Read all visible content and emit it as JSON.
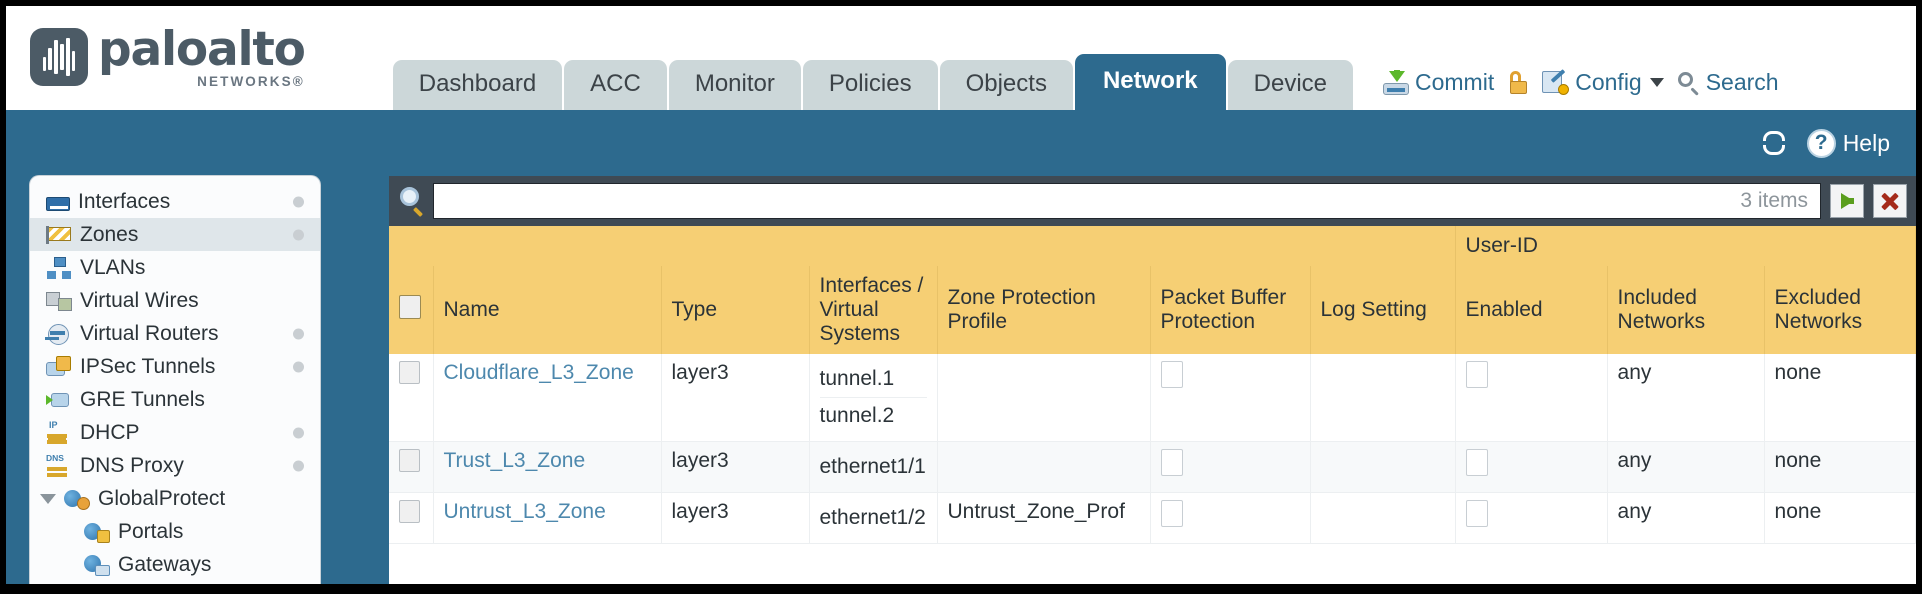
{
  "brand": {
    "name": "paloalto",
    "sub": "NETWORKS®"
  },
  "nav": {
    "tabs": [
      {
        "label": "Dashboard",
        "active": false
      },
      {
        "label": "ACC",
        "active": false
      },
      {
        "label": "Monitor",
        "active": false
      },
      {
        "label": "Policies",
        "active": false
      },
      {
        "label": "Objects",
        "active": false
      },
      {
        "label": "Network",
        "active": true
      },
      {
        "label": "Device",
        "active": false
      }
    ]
  },
  "header_actions": {
    "commit": "Commit",
    "config": "Config",
    "search": "Search"
  },
  "banner": {
    "help": "Help"
  },
  "sidebar": {
    "items": [
      {
        "label": "Interfaces",
        "icon": "interfaces-icon",
        "dot": true,
        "selected": false,
        "child": false,
        "triangle": false
      },
      {
        "label": "Zones",
        "icon": "zones-icon",
        "dot": true,
        "selected": true,
        "child": false,
        "triangle": false
      },
      {
        "label": "VLANs",
        "icon": "vlans-icon",
        "dot": false,
        "selected": false,
        "child": false,
        "triangle": false
      },
      {
        "label": "Virtual Wires",
        "icon": "virtual-wires-icon",
        "dot": false,
        "selected": false,
        "child": false,
        "triangle": false
      },
      {
        "label": "Virtual Routers",
        "icon": "virtual-routers-icon",
        "dot": true,
        "selected": false,
        "child": false,
        "triangle": false
      },
      {
        "label": "IPSec Tunnels",
        "icon": "ipsec-tunnels-icon",
        "dot": true,
        "selected": false,
        "child": false,
        "triangle": false
      },
      {
        "label": "GRE Tunnels",
        "icon": "gre-tunnels-icon",
        "dot": false,
        "selected": false,
        "child": false,
        "triangle": false
      },
      {
        "label": "DHCP",
        "icon": "dhcp-icon",
        "dot": true,
        "selected": false,
        "child": false,
        "triangle": false
      },
      {
        "label": "DNS Proxy",
        "icon": "dns-proxy-icon",
        "dot": true,
        "selected": false,
        "child": false,
        "triangle": false
      },
      {
        "label": "GlobalProtect",
        "icon": "globalprotect-icon",
        "dot": false,
        "selected": false,
        "child": false,
        "triangle": true
      },
      {
        "label": "Portals",
        "icon": "portals-icon",
        "dot": false,
        "selected": false,
        "child": true,
        "triangle": false
      },
      {
        "label": "Gateways",
        "icon": "gateways-icon",
        "dot": false,
        "selected": false,
        "child": true,
        "triangle": false
      }
    ]
  },
  "search": {
    "value": "",
    "placeholder": "",
    "item_count": "3 items"
  },
  "table": {
    "group_header": "User-ID",
    "columns": [
      "Name",
      "Type",
      "Interfaces / Virtual Systems",
      "Zone Protection Profile",
      "Packet Buffer Protection",
      "Log Setting",
      "Enabled",
      "Included Networks",
      "Excluded Networks"
    ],
    "rows": [
      {
        "name": "Cloudflare_L3_Zone",
        "type": "layer3",
        "interfaces": [
          "tunnel.1",
          "tunnel.2"
        ],
        "zone_protection_profile": "",
        "packet_buffer_protection": false,
        "log_setting": "",
        "userid_enabled": false,
        "included_networks": "any",
        "excluded_networks": "none"
      },
      {
        "name": "Trust_L3_Zone",
        "type": "layer3",
        "interfaces": [
          "ethernet1/1"
        ],
        "zone_protection_profile": "",
        "packet_buffer_protection": false,
        "log_setting": "",
        "userid_enabled": false,
        "included_networks": "any",
        "excluded_networks": "none"
      },
      {
        "name": "Untrust_L3_Zone",
        "type": "layer3",
        "interfaces": [
          "ethernet1/2"
        ],
        "zone_protection_profile": "Untrust_Zone_Prof",
        "packet_buffer_protection": false,
        "log_setting": "",
        "userid_enabled": false,
        "included_networks": "any",
        "excluded_networks": "none"
      }
    ]
  },
  "colors": {
    "brand_blue": "#2d6a8e",
    "tab_inactive": "#ccd7d9",
    "table_header": "#f6cf74",
    "group_header": "#e9bc4d",
    "link": "#4d88ad",
    "search_bar": "#3f4a54"
  }
}
